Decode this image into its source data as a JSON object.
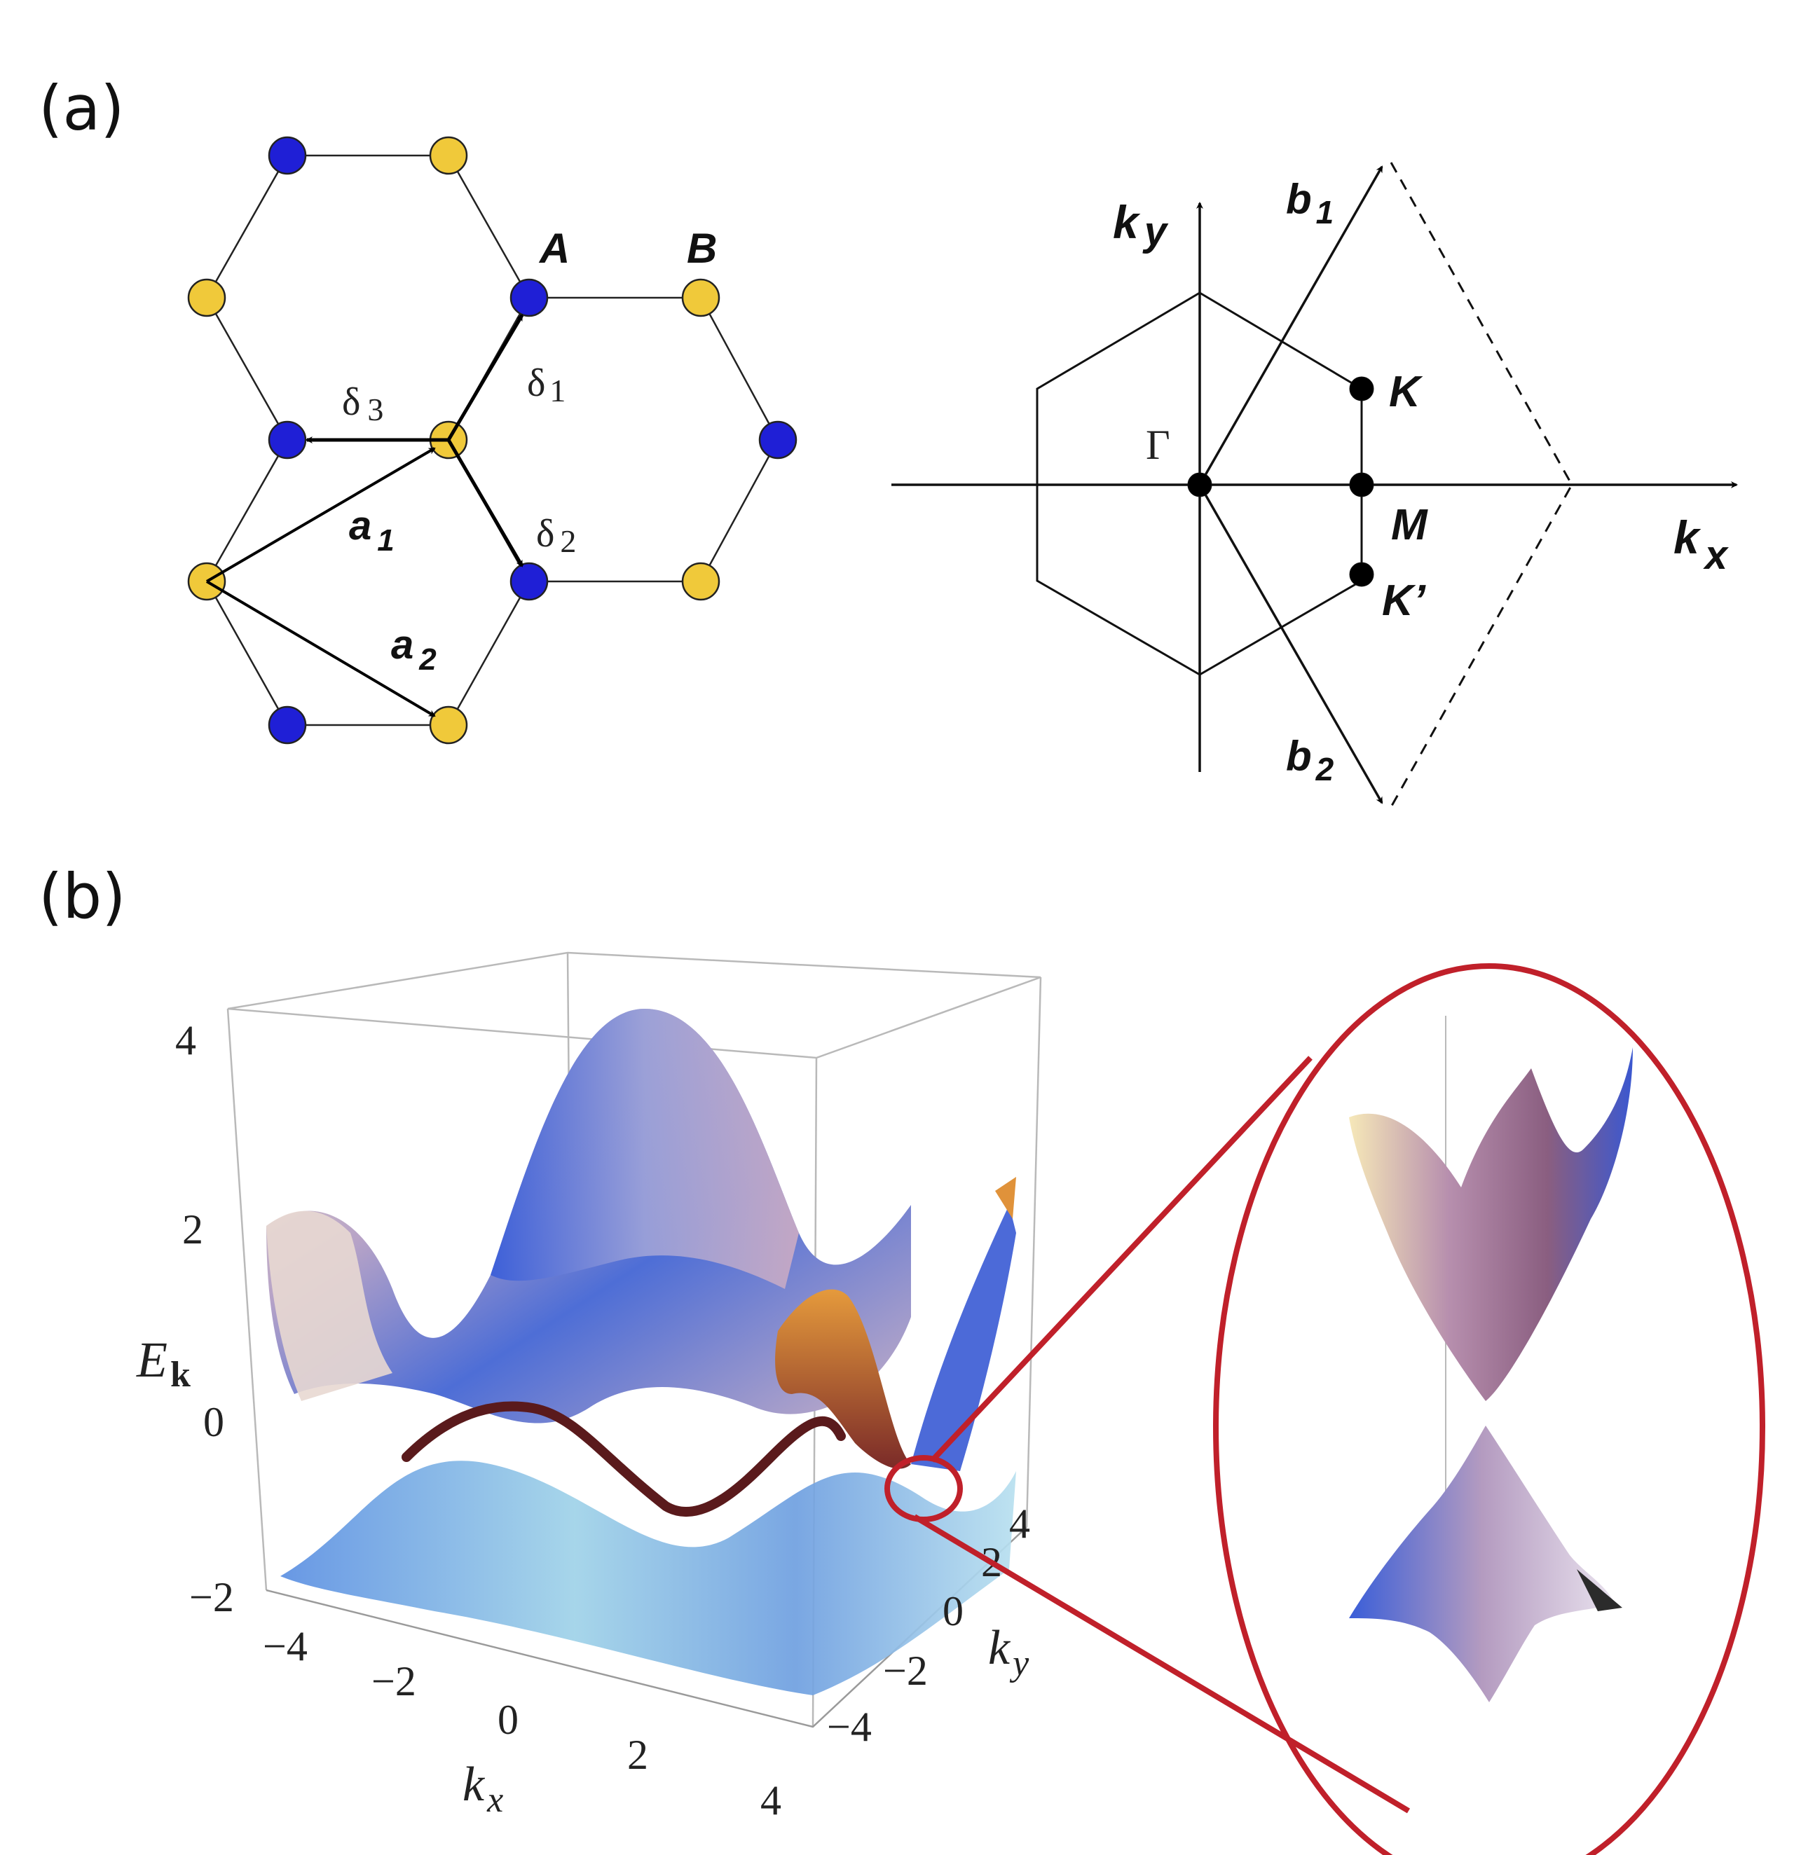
{
  "panel_a": {
    "label": "(a)",
    "lattice": {
      "sublattice_A": "A",
      "sublattice_B": "B",
      "delta1": "δ",
      "delta1_sub": "1",
      "delta2": "δ",
      "delta2_sub": "2",
      "delta3": "δ",
      "delta3_sub": "3",
      "a1": "a",
      "a1_sub": "1",
      "a2": "a",
      "a2_sub": "2",
      "colors": {
        "A": "#1f1fd6",
        "B": "#f0c93a"
      }
    },
    "brillouin_zone": {
      "ky": "k",
      "ky_sub": "y",
      "kx": "k",
      "kx_sub": "x",
      "b1": "b",
      "b1_sub": "1",
      "b2": "b",
      "b2_sub": "2",
      "gamma": "Γ",
      "K": "K",
      "M": "M",
      "Kprime": "K’"
    }
  },
  "panel_b": {
    "label": "(b)",
    "z_label": "E",
    "z_label_sub": "k",
    "x_label": "k",
    "x_label_sub": "x",
    "y_label": "k",
    "y_label_sub": "y",
    "z_ticks": [
      "4",
      "2",
      "0",
      "−2"
    ],
    "x_ticks": [
      "−4",
      "−2",
      "0",
      "2",
      "4"
    ],
    "y_ticks": [
      "4",
      "2",
      "0",
      "−2",
      "−4"
    ],
    "zoom_color": "#c0202a"
  }
}
